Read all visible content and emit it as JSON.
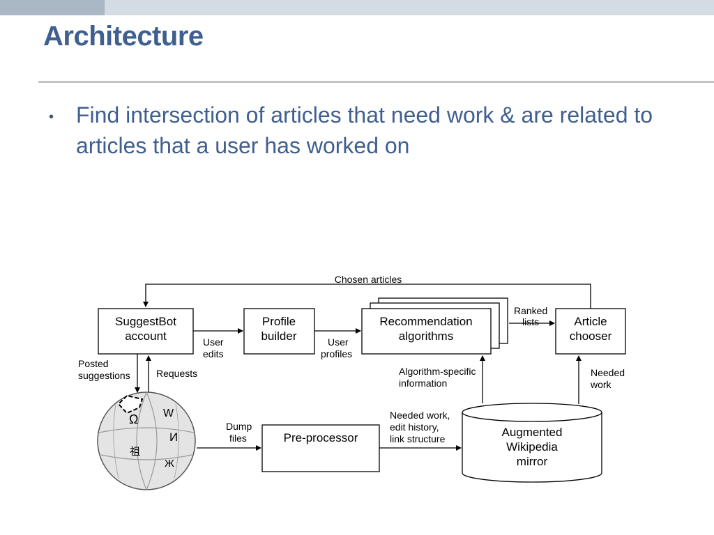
{
  "slide": {
    "title": "Architecture",
    "bullets": [
      "Find intersection of articles that need work & are related to articles that a user has worked on"
    ]
  },
  "diagram": {
    "nodes": {
      "suggestbot": [
        "SuggestBot",
        "account"
      ],
      "profile": [
        "Profile",
        "builder"
      ],
      "recommendation": [
        "Recommendation",
        "algorithms"
      ],
      "chooser": [
        "Article",
        "chooser"
      ],
      "preprocessor": [
        "Pre-processor"
      ],
      "mirror": [
        "Augmented",
        "Wikipedia",
        "mirror"
      ]
    },
    "edges": {
      "chosen_articles": [
        "Chosen articles"
      ],
      "user_edits": [
        "User",
        "edits"
      ],
      "user_profiles": [
        "User",
        "profiles"
      ],
      "ranked_lists": [
        "Ranked",
        "lists"
      ],
      "posted_suggestions": [
        "Posted",
        "suggestions"
      ],
      "requests": [
        "Requests"
      ],
      "dump_files": [
        "Dump",
        "files"
      ],
      "needed_work_history": [
        "Needed work,",
        "edit history,",
        "link structure"
      ],
      "algorithm_specific": [
        "Algorithm-specific",
        "information"
      ],
      "needed_work": [
        "Needed",
        "work"
      ]
    },
    "globe_glyphs": [
      "Ω",
      "W",
      "И",
      "祖",
      "Ж"
    ]
  }
}
